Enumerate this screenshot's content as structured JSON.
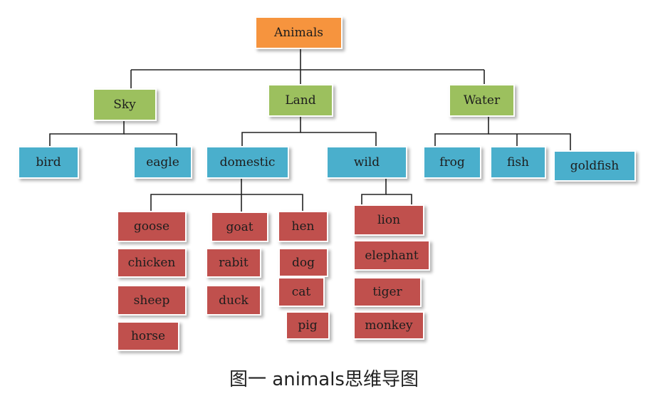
{
  "diagram": {
    "root": "Animals",
    "categories": {
      "sky": "Sky",
      "land": "Land",
      "water": "Water"
    },
    "sky_children": {
      "bird": "bird",
      "eagle": "eagle"
    },
    "land_children": {
      "domestic": "domestic",
      "wild": "wild"
    },
    "water_children": {
      "frog": "frog",
      "fish": "fish",
      "goldfish": "goldfish"
    },
    "domestic_animals": {
      "goose": "goose",
      "chicken": "chicken",
      "sheep": "sheep",
      "horse": "horse",
      "goat": "goat",
      "rabit": "rabit",
      "duck": "duck",
      "hen": "hen",
      "dog": "dog",
      "cat": "cat",
      "pig": "pig"
    },
    "wild_animals": {
      "lion": "lion",
      "elephant": "elephant",
      "tiger": "tiger",
      "monkey": "monkey"
    },
    "colors": {
      "root": "#f6943e",
      "category": "#9cc05e",
      "subcategory": "#4aafcc",
      "leaf": "#c0504d"
    }
  },
  "caption": "图一 animals思维导图"
}
